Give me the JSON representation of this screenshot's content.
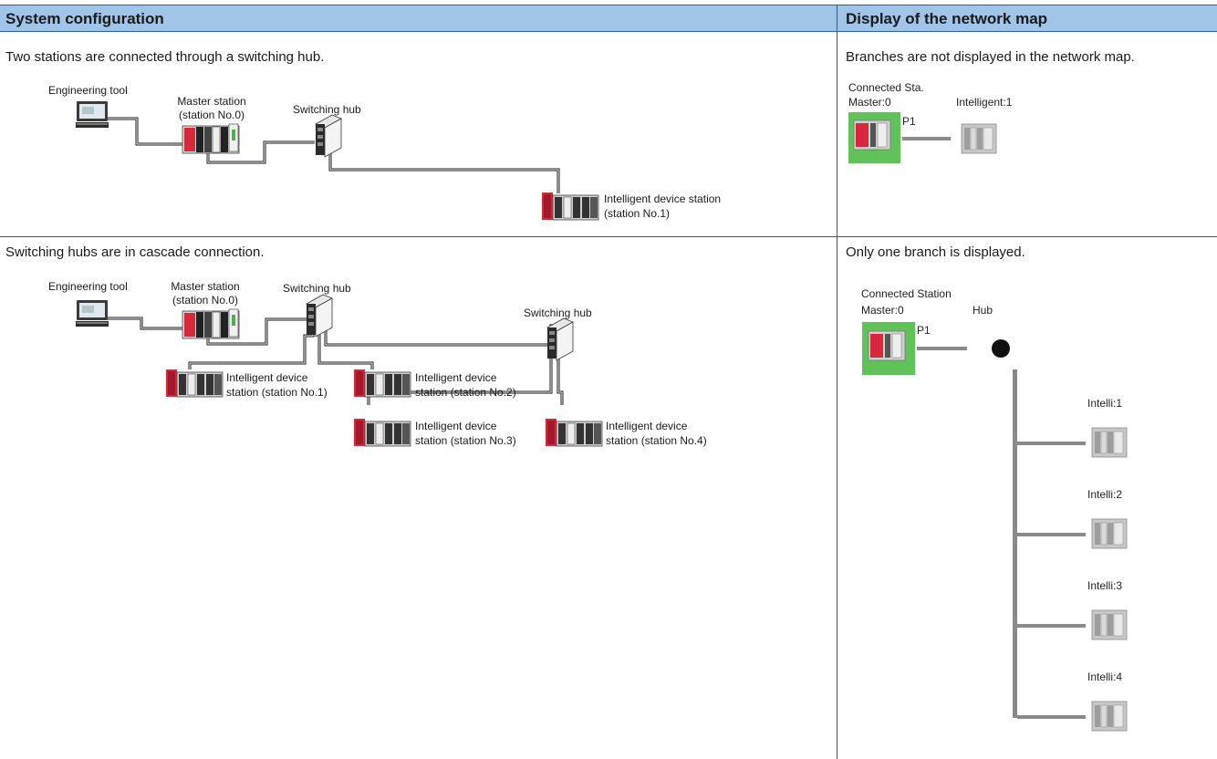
{
  "table": {
    "col_system": "System configuration",
    "col_map": "Display of the network map"
  },
  "row1": {
    "system_caption": "Two stations are connected through a switching hub.",
    "map_caption": "Branches are not displayed in the network map.",
    "labels": {
      "engineering_tool": "Engineering tool",
      "master_line1": "Master station",
      "master_line2": "(station No.0)",
      "switching_hub": "Switching hub",
      "intelligent_line1": "Intelligent device station",
      "intelligent_line2": "(station No.1)"
    },
    "map": {
      "header": "Connected Sta.",
      "master": "Master:0",
      "intelligent": "Intelligent:1",
      "port": "P1"
    }
  },
  "row2": {
    "system_caption": "Switching hubs are in cascade connection.",
    "map_caption": "Only one branch is displayed.",
    "labels": {
      "engineering_tool": "Engineering tool",
      "master_line1": "Master station",
      "master_line2": "(station No.0)",
      "switching_hub_1": "Switching hub",
      "switching_hub_2": "Switching hub",
      "intelligent_1_line1": "Intelligent device",
      "intelligent_1_line2": "station (station No.1)",
      "intelligent_2_line1": "Intelligent device",
      "intelligent_2_line2": "station (station No.2)",
      "intelligent_3_line1": "Intelligent device",
      "intelligent_3_line2": "station (station No.3)",
      "intelligent_4_line1": "Intelligent device",
      "intelligent_4_line2": "station (station No.4)"
    },
    "map": {
      "header": "Connected Station",
      "master": "Master:0",
      "hub": "Hub",
      "port": "P1",
      "stations": [
        "Intelli:1",
        "Intelli:2",
        "Intelli:3",
        "Intelli:4"
      ]
    }
  },
  "colors": {
    "header_bg": "#a0c5e8",
    "rule": "#1e62ac",
    "cpu_red": "#d8283c",
    "selected_green": "#5fc35a",
    "link_gray": "#8a8a8a"
  }
}
